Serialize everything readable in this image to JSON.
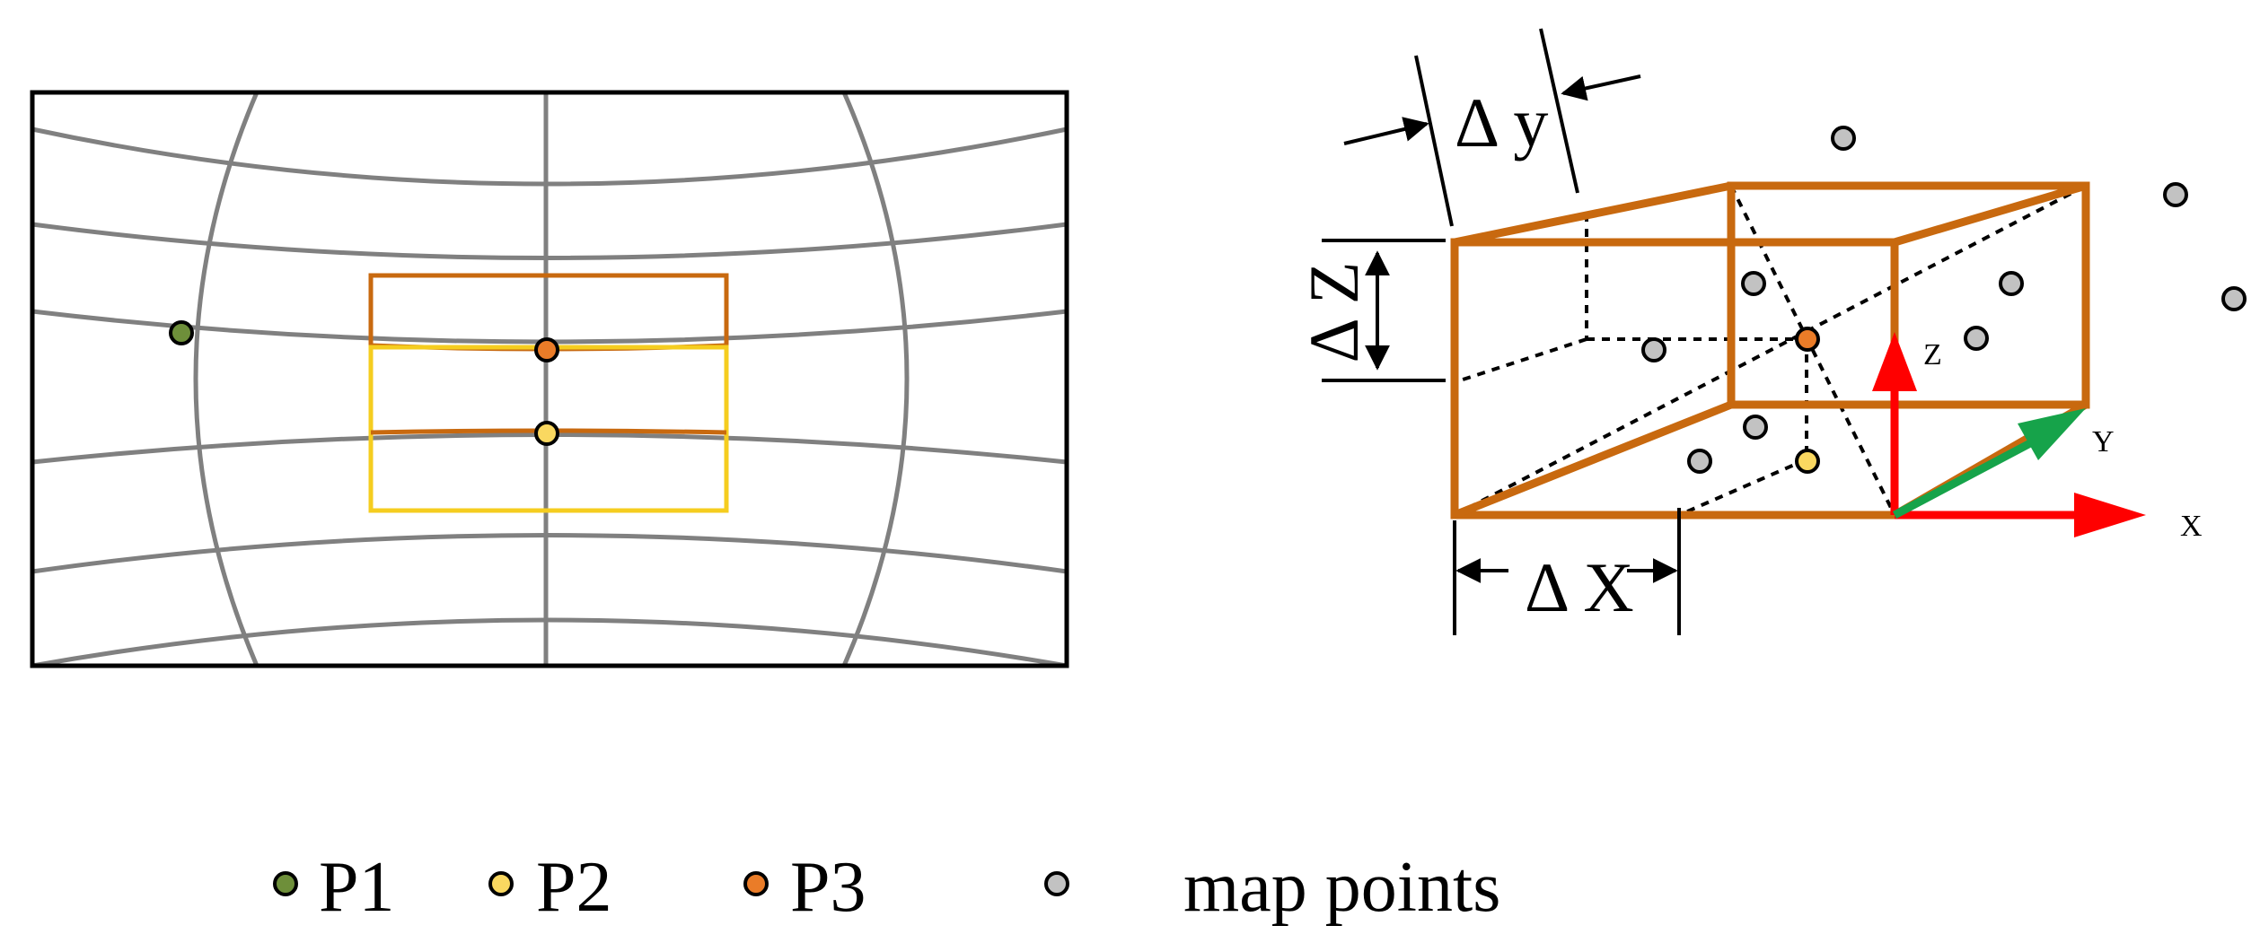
{
  "colors": {
    "frame": "#000000",
    "grid": "#808080",
    "box_orange": "#C8690F",
    "box_yellow": "#F5CD1F",
    "p1": "#6E8F3A",
    "p2": "#FAD860",
    "p3": "#EA7C28",
    "map_point": "#C2C2C2",
    "axis_x": "#FF0000",
    "axis_z": "#FF0000",
    "axis_y": "#16A34A"
  },
  "labels": {
    "delta_y": "Δ y",
    "delta_z": "Δ Z",
    "delta_x": "Δ X",
    "axis_x": "X",
    "axis_y": "Y",
    "axis_z": "Z"
  },
  "legend": [
    {
      "id": "p1",
      "label": "P1"
    },
    {
      "id": "p2",
      "label": "P2"
    },
    {
      "id": "p3",
      "label": "P3"
    },
    {
      "id": "map",
      "label": "map points"
    }
  ]
}
